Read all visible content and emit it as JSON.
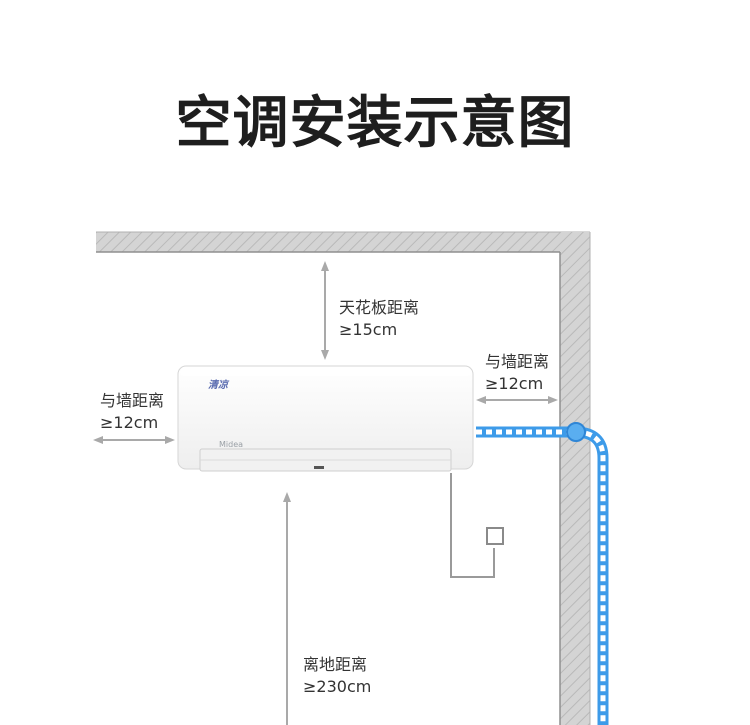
{
  "title": "空调安装示意图",
  "unit": {
    "brand": "Midea",
    "logo_text": "清凉"
  },
  "labels": {
    "ceiling": {
      "line1": "天花板距离",
      "line2": "≥15cm"
    },
    "wall_left": {
      "line1": "与墙距离",
      "line2": "≥12cm"
    },
    "wall_right": {
      "line1": "与墙距离",
      "line2": "≥12cm"
    },
    "floor": {
      "line1": "离地距离",
      "line2": "≥230cm"
    }
  },
  "colors": {
    "wall": "#c8c8c8",
    "wall_dark": "#8a8a8a",
    "arrow": "#a9a9a9",
    "pipe": "#3d9be9",
    "unit_body": "#f8f8f8"
  }
}
